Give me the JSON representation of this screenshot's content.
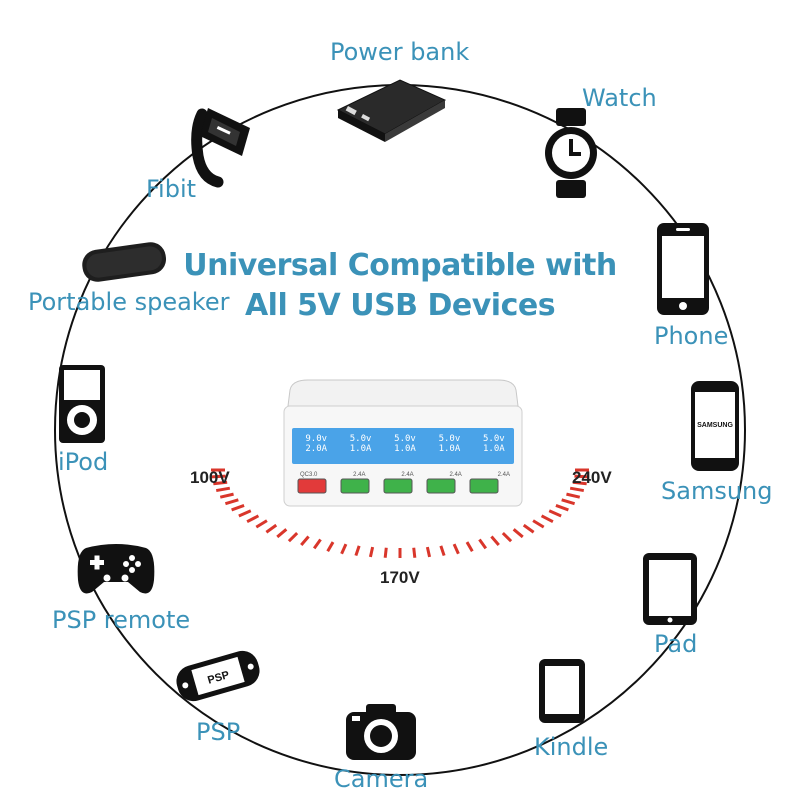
{
  "headline": {
    "line1": "Universal Compatible with",
    "line2": "All 5V USB Devices"
  },
  "devices": {
    "power_bank": "Power bank",
    "watch": "Watch",
    "phone": "Phone",
    "samsung": "Samsung",
    "pad": "Pad",
    "kindle": "Kindle",
    "camera": "Camera",
    "psp": "PSP",
    "psp_remote": "PSP remote",
    "ipod": "iPod",
    "portable_speaker": "Portable speaker",
    "fibit": "Fibit"
  },
  "voltage": {
    "left": "100V",
    "center": "170V",
    "right": "240V"
  },
  "charger": {
    "displays": [
      {
        "v": "9.0v",
        "a": "2.0A"
      },
      {
        "v": "5.0v",
        "a": "1.0A"
      },
      {
        "v": "5.0v",
        "a": "1.0A"
      },
      {
        "v": "5.0v",
        "a": "1.0A"
      },
      {
        "v": "5.0v",
        "a": "1.0A"
      }
    ],
    "ports": [
      "QC3.0",
      "2.4A",
      "2.4A",
      "2.4A",
      "2.4A"
    ],
    "samsung_screen_text": "SAMSUNG"
  },
  "colors": {
    "label_blue": "#3b92b8",
    "ring_red": "#d9362b",
    "lcd_blue": "#4aa3e8",
    "qc_port": "#e23a3a",
    "usb_port": "#3fb24a"
  }
}
